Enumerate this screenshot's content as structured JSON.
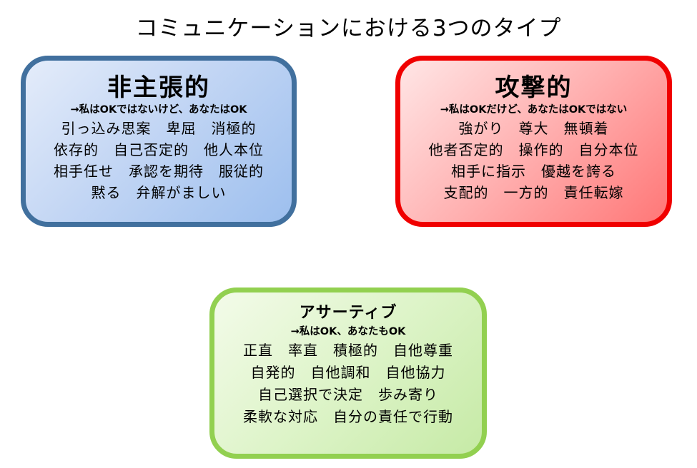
{
  "title": "コミュニケーションにおける3つのタイプ",
  "boxes": [
    {
      "title": "非主張的",
      "subtitle": "→私はOKではないけど、あなたはOK",
      "lines": [
        "引っ込み思案　卑屈　消極的",
        "依存的　自己否定的　他人本位",
        "相手任せ　承認を期待　服従的",
        "黙る　弁解がましい"
      ],
      "border_color": "#41709e"
    },
    {
      "title": "攻撃的",
      "subtitle": "→私はOKだけど、あなたはOKではない",
      "lines": [
        "強がり　尊大　無頓着",
        "他者否定的　操作的　自分本位",
        "相手に指示　優越を誇る",
        "支配的　一方的　責任転嫁"
      ],
      "border_color": "#f00000"
    },
    {
      "title": "アサーティブ",
      "subtitle": "→私はOK、あなたもOK",
      "lines": [
        "正直　率直　積極的　自他尊重",
        "自発的　自他調和　自他協力",
        "自己選択で決定　歩み寄り",
        "柔軟な対応　自分の責任で行動"
      ],
      "border_color": "#92d050"
    }
  ]
}
